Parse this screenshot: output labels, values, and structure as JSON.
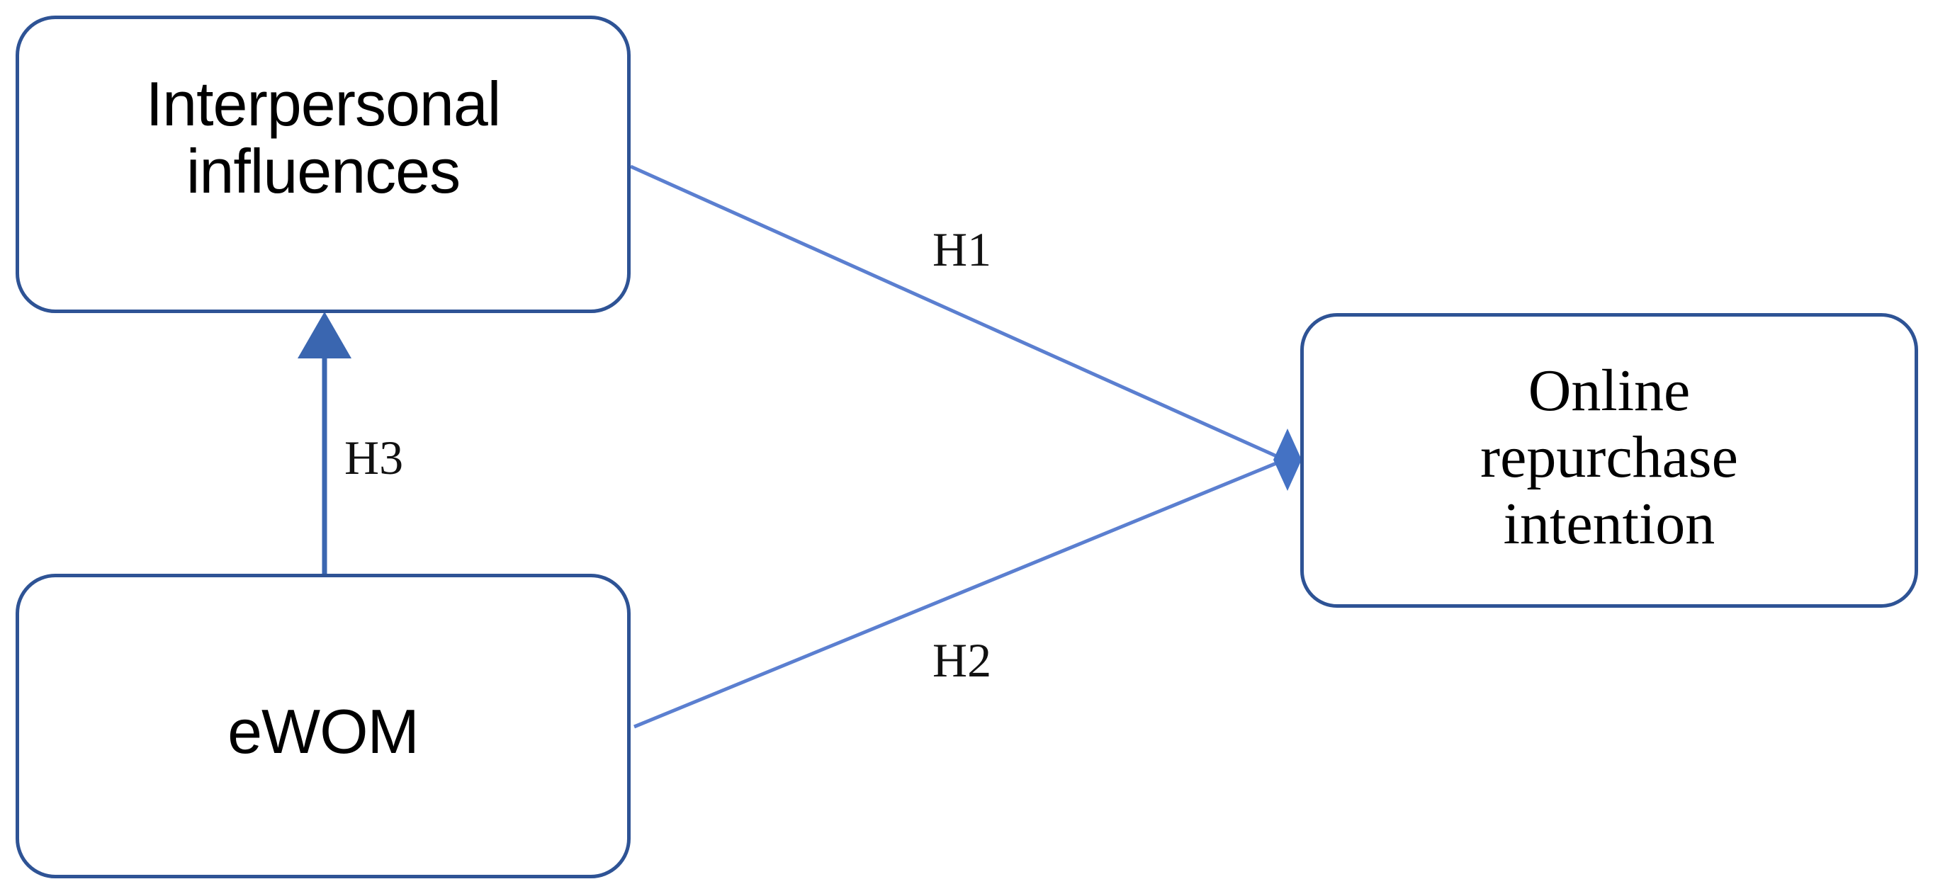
{
  "diagram": {
    "type": "conceptual-research-model",
    "nodes": [
      {
        "id": "interpersonal",
        "label": "Interpersonal\ninfluences",
        "position": "top-left"
      },
      {
        "id": "ewom",
        "label": "eWOM",
        "position": "bottom-left"
      },
      {
        "id": "repurchase",
        "label": "Online\nrepurchase\nintention",
        "position": "right"
      }
    ],
    "edges": [
      {
        "id": "h1",
        "label": "H1",
        "from": "interpersonal",
        "to": "repurchase",
        "arrowhead": "diamond"
      },
      {
        "id": "h2",
        "label": "H2",
        "from": "ewom",
        "to": "repurchase",
        "arrowhead": "diamond"
      },
      {
        "id": "h3",
        "label": "H3",
        "from": "ewom",
        "to": "interpersonal",
        "arrowhead": "triangle"
      }
    ],
    "colors": {
      "node_border": "#2E5395",
      "node_fill": "#FFFFFF",
      "connector_line": "#5B7FD0",
      "arrowhead": "#4472C4",
      "h3_line": "#3A66B0",
      "text": "#000000",
      "background": "#FFFFFF"
    }
  }
}
